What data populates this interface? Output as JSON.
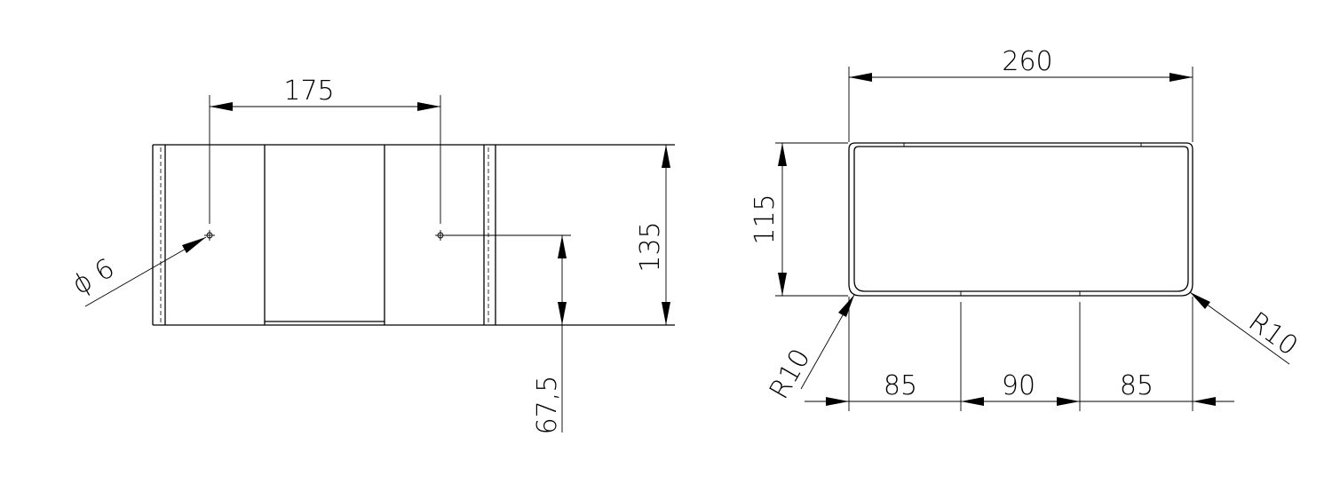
{
  "front_view": {
    "hole_spacing": "175",
    "hole_diameter": "ϕ 6",
    "height": "135",
    "hole_height": "67,5"
  },
  "side_view": {
    "width": "260",
    "height": "115",
    "radius_left": "R10",
    "radius_right": "R10",
    "segment_left": "85",
    "segment_middle": "90",
    "segment_right": "85"
  }
}
